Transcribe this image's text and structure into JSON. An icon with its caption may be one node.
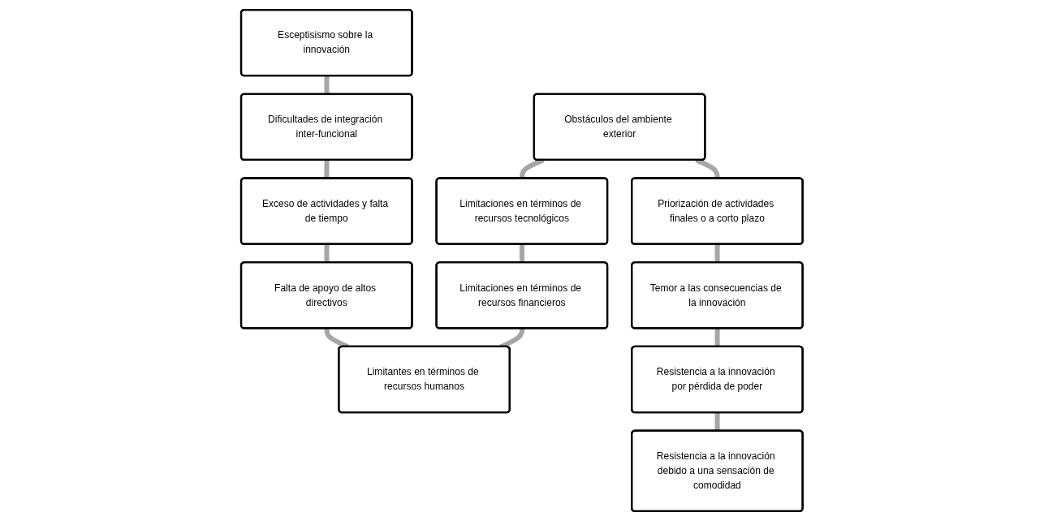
{
  "diagram": {
    "nodes": [
      {
        "text": [
          "Esceptisismo sobre la innovación"
        ]
      },
      {
        "text": [
          "Dificultades de integración inter-funcional"
        ]
      },
      {
        "text": [
          "Exceso de actividades y falta de tiempo"
        ]
      },
      {
        "text": [
          "Falta de apoyo de altos directivos"
        ]
      },
      {
        "text": [
          "Obstáculos del ambiente exterior"
        ]
      },
      {
        "text": [
          "Limitaciones en términos de recursos tecnológicos"
        ]
      },
      {
        "text": [
          "Limitaciones en términos de recursos financieros"
        ]
      },
      {
        "text": [
          "Limitantes en términos de recursos humanos"
        ]
      },
      {
        "text": [
          "Priorización de actividades finales o a corto plazo"
        ]
      },
      {
        "text": [
          "Temor a las consecuencias de la innovación"
        ]
      },
      {
        "text": [
          "Resistencia a la innovación por pérdida de poder"
        ]
      },
      {
        "text": [
          "Resistencia a la innovación debido a una sensación de comodidad"
        ]
      }
    ],
    "edges": [
      {
        "from": 0,
        "to": 1,
        "arrow": "none"
      },
      {
        "from": 1,
        "to": 2,
        "arrow": "none"
      },
      {
        "from": 2,
        "to": 3,
        "arrow": "none"
      },
      {
        "from": 3,
        "to": 7,
        "arrow": "none"
      },
      {
        "from": 4,
        "to": 5,
        "arrow": "none"
      },
      {
        "from": 5,
        "to": 6,
        "arrow": "none"
      },
      {
        "from": 6,
        "to": 7,
        "arrow": "none"
      },
      {
        "from": 4,
        "to": 8,
        "arrow": "none"
      },
      {
        "from": 8,
        "to": 9,
        "arrow": "none"
      },
      {
        "from": 9,
        "to": 10,
        "arrow": "none"
      },
      {
        "from": 10,
        "to": 11,
        "arrow": "none"
      }
    ]
  }
}
